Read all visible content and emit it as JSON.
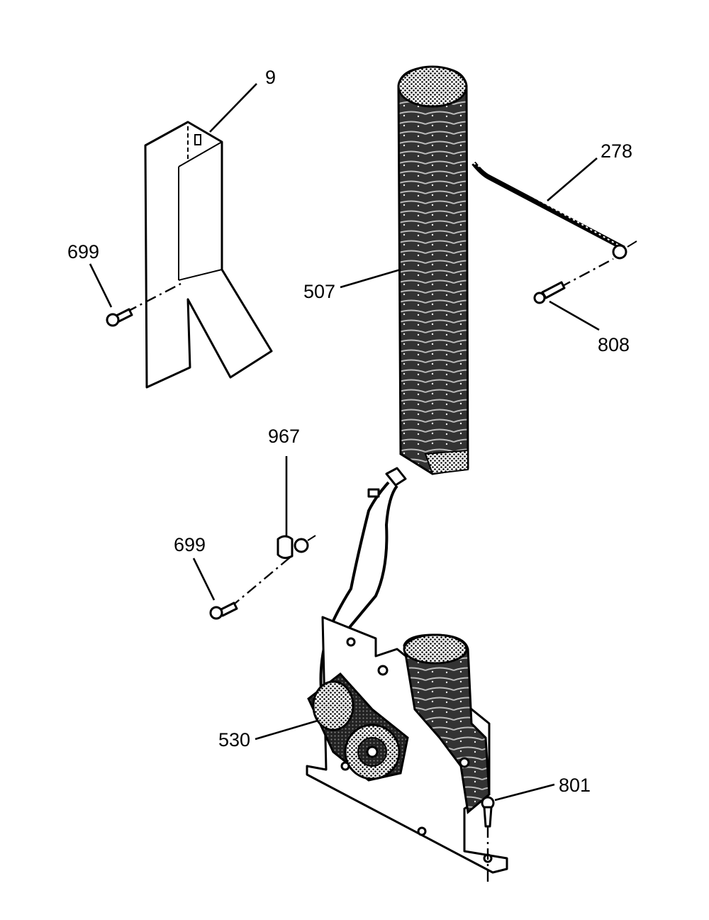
{
  "colors": {
    "ink": "#000000",
    "paper": "#ffffff"
  },
  "callouts": [
    {
      "id": "c9",
      "text": "9"
    },
    {
      "id": "c278",
      "text": "278"
    },
    {
      "id": "c699a",
      "text": "699"
    },
    {
      "id": "c507",
      "text": "507"
    },
    {
      "id": "c808",
      "text": "808"
    },
    {
      "id": "c967",
      "text": "967"
    },
    {
      "id": "c699b",
      "text": "699"
    },
    {
      "id": "c530",
      "text": "530"
    },
    {
      "id": "c801",
      "text": "801"
    }
  ]
}
